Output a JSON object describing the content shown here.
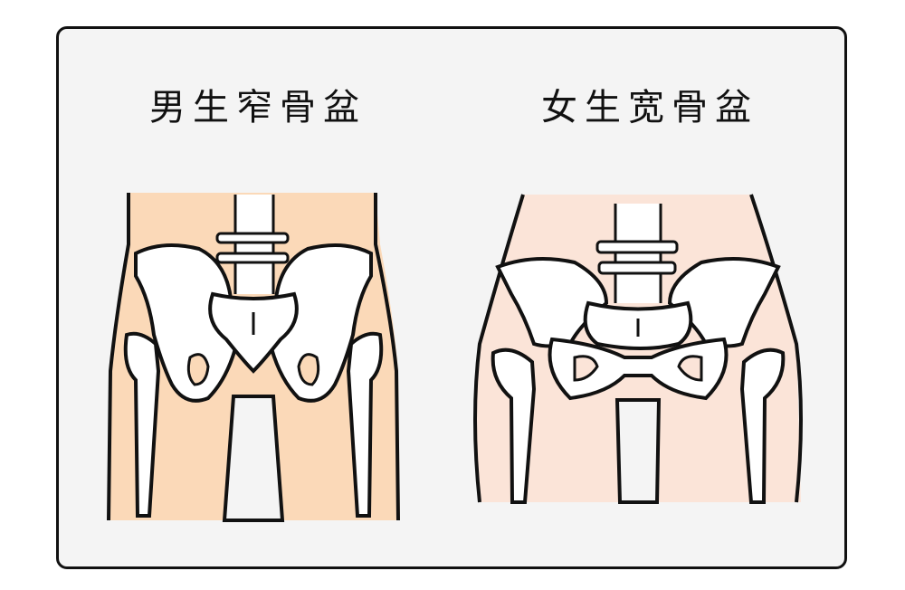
{
  "figures": [
    {
      "id": "male",
      "title": "男生窄骨盆",
      "skin_color": "#fbd9b8"
    },
    {
      "id": "female",
      "title": "女生宽骨盆",
      "skin_color": "#fbe4d8"
    }
  ],
  "colors": {
    "frame_border": "#111111",
    "frame_bg": "#f4f4f4",
    "bone": "#ffffff",
    "outline": "#111111"
  }
}
